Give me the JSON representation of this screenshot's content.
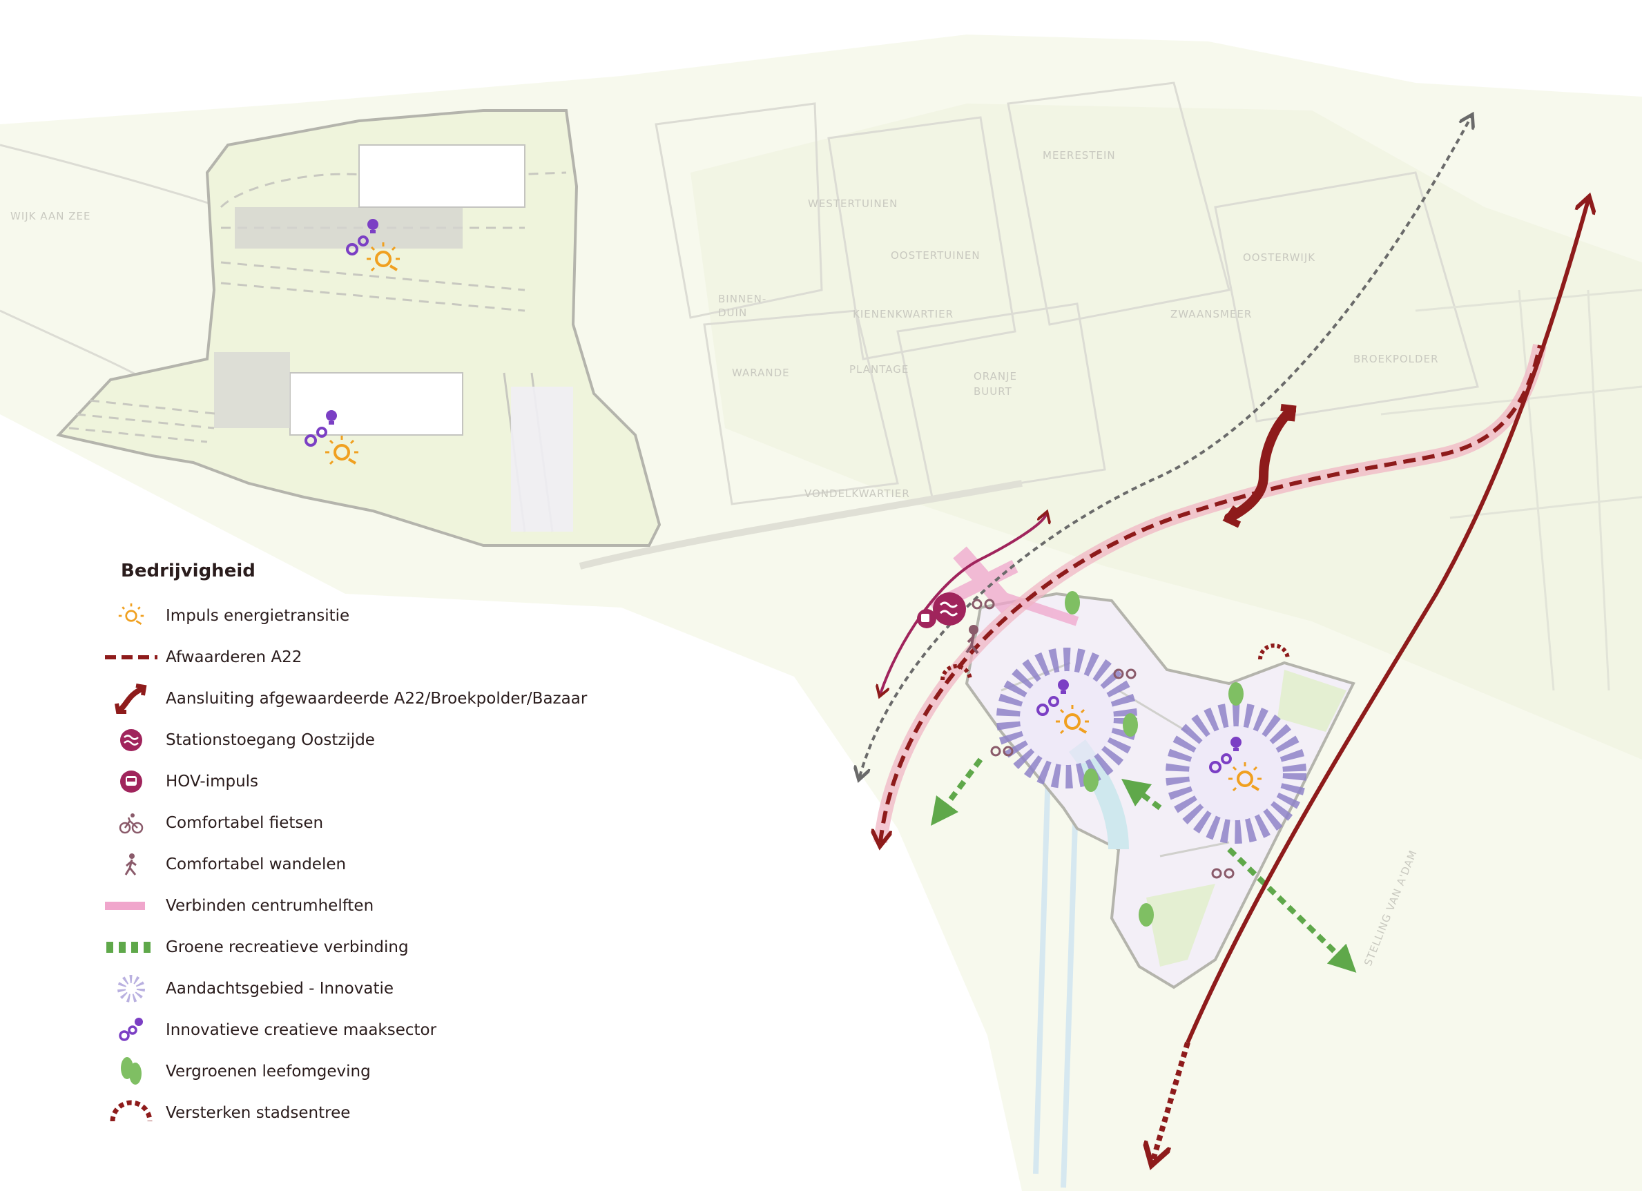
{
  "places": [
    "WIJK AAN ZEE",
    "MEERESTEIN",
    "WESTERTUINEN",
    "OOSTERTUINEN",
    "OOSTERWIJK",
    "BINNEN-",
    "DUIN",
    "KIENENKWARTIER",
    "ZWAANSMEER",
    "BROEKPOLDER",
    "WARANDE",
    "PLANTAGE",
    "ORANJE",
    "BUURT",
    "VONDELKWARTIER",
    "STELLING VAN A'DAM"
  ],
  "legend": {
    "title": "Bedrijvigheid",
    "items": [
      {
        "label": "Impuls energietransitie",
        "icon": "sun-gear-icon",
        "color": "#f0a020"
      },
      {
        "label": "Afwaarderen A22",
        "icon": "dashed-red-line-icon",
        "color": "#8e1b1b"
      },
      {
        "label": "Aansluiting afgewaardeerde A22/Broekpolder/Bazaar",
        "icon": "double-arrow-icon",
        "color": "#8e1b1b"
      },
      {
        "label": "Stationstoegang Oostzijde",
        "icon": "train-station-icon",
        "color": "#a0245c"
      },
      {
        "label": "HOV-impuls",
        "icon": "bus-icon",
        "color": "#a0245c"
      },
      {
        "label": "Comfortabel fietsen",
        "icon": "bicycle-icon",
        "color": "#8a5a6a"
      },
      {
        "label": "Comfortabel wandelen",
        "icon": "pedestrian-icon",
        "color": "#8a5a6a"
      },
      {
        "label": "Verbinden centrumhelften",
        "icon": "pink-band-icon",
        "color": "#f0a6cc"
      },
      {
        "label": "Groene recreatieve verbinding",
        "icon": "green-dashed-line-icon",
        "color": "#5fa84a"
      },
      {
        "label": "Aandachtsgebied - Innovatie",
        "icon": "radial-dashes-icon",
        "color": "#9b8fd0"
      },
      {
        "label": "Innovatieve creatieve maaksector",
        "icon": "gears-bulb-icon",
        "color": "#7b3fc4"
      },
      {
        "label": "Vergroenen leefomgeving",
        "icon": "tree-icon",
        "color": "#7fbf63"
      },
      {
        "label": "Versterken stadsentree",
        "icon": "entrance-arc-icon",
        "color": "#8e1b1b"
      }
    ]
  }
}
